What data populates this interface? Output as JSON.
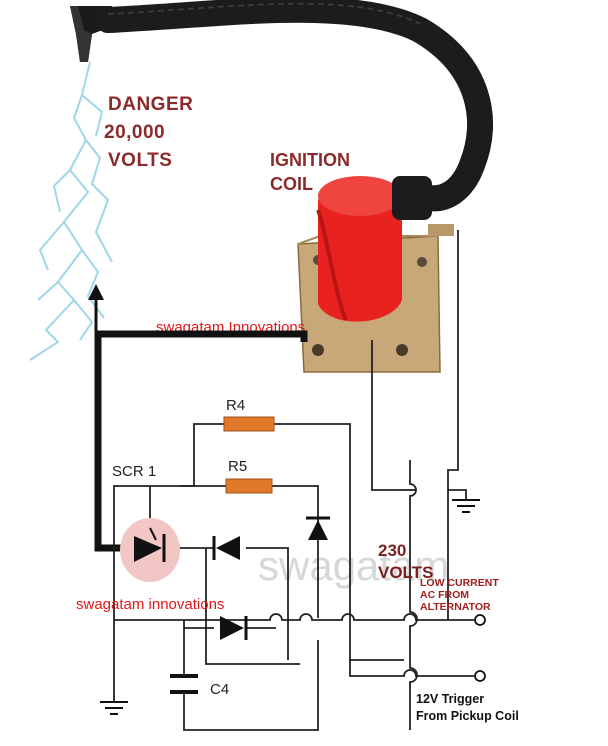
{
  "labels": {
    "danger": "DANGER",
    "danger_voltage": "20,000",
    "danger_unit": "VOLTS",
    "ignition": "IGNITION",
    "coil": "COIL",
    "r4": "R4",
    "r5": "R5",
    "scr": "SCR 1",
    "c4": "C4",
    "v230": "230",
    "volts": "VOLTS",
    "low_current_1": "LOW CURRENT",
    "low_current_2": "AC FROM",
    "low_current_3": "ALTERNATOR",
    "trigger_1": "12V Trigger",
    "trigger_2": "From Pickup Coil"
  },
  "watermarks": {
    "top": "swagatam Innovations",
    "bottom": "swagatam innovations",
    "background": "swagatam"
  },
  "colors": {
    "coil_red": "#e8231f",
    "cable": "#1c1c1c",
    "resistor": "#e07a2a",
    "spark": "#9fd6ea",
    "bracket": "#c8a878",
    "label_dark_red": "#8b2a2a"
  }
}
